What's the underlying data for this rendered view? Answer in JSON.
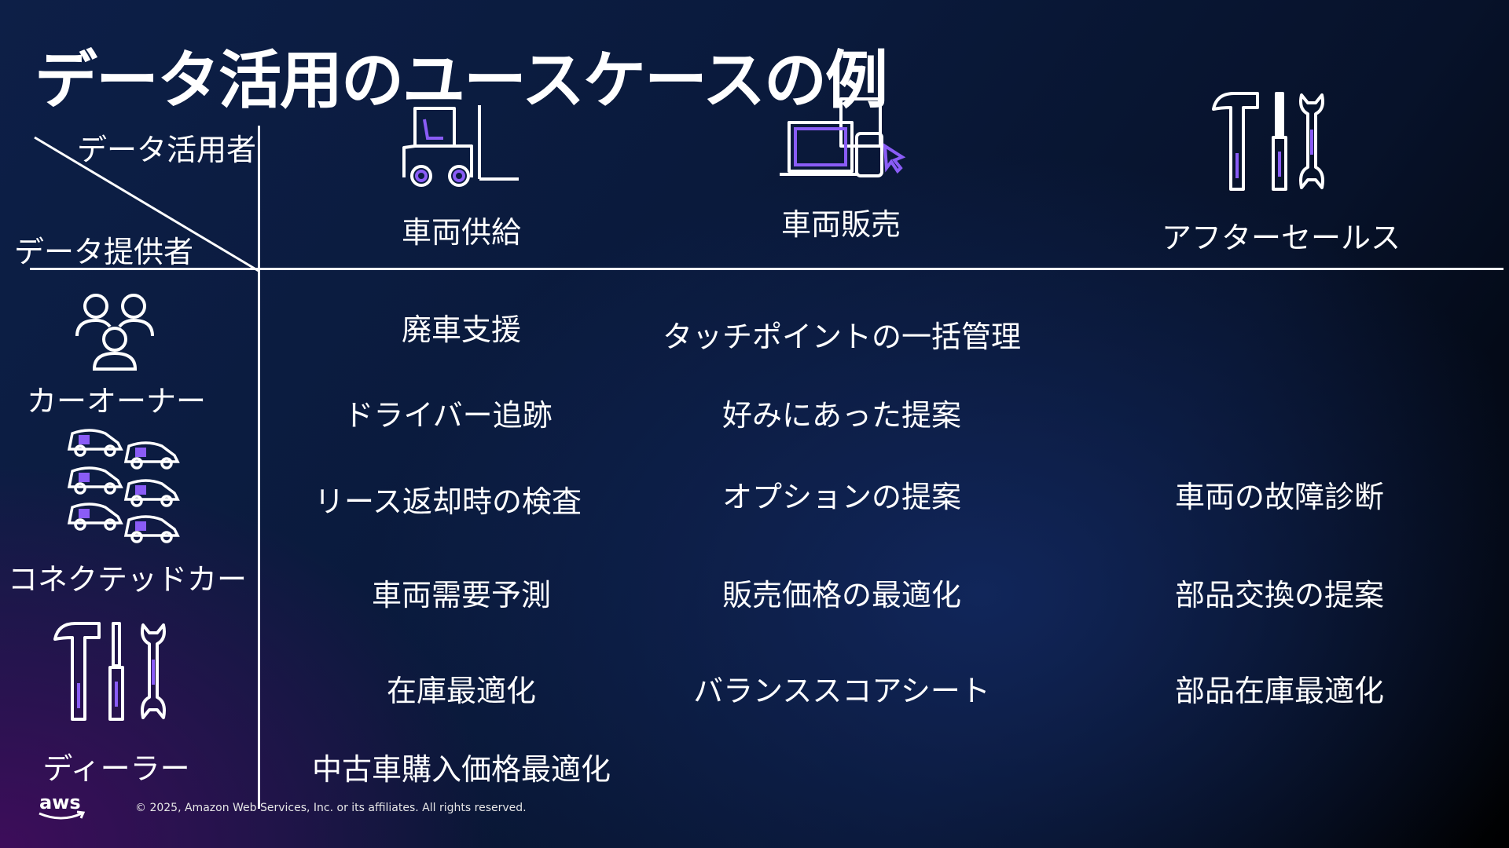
{
  "slide": {
    "title": "データ活用のユースケースの例",
    "corner": {
      "consumer_label": "データ活用者",
      "provider_label": "データ提供者"
    },
    "columns": [
      {
        "label": "車両供給",
        "icon": "forklift-icon"
      },
      {
        "label": "車両販売",
        "icon": "devices-icon"
      },
      {
        "label": "アフターセールス",
        "icon": "tools-icon"
      }
    ],
    "rows": [
      {
        "label": "カーオーナー",
        "icon": "people-icon"
      },
      {
        "label": "コネクテッドカー",
        "icon": "cars-icon"
      },
      {
        "label": "ディーラー",
        "icon": "tools-icon"
      }
    ],
    "cells": [
      [
        "廃車支援",
        "タッチポイントの一括管理",
        ""
      ],
      [
        "ドライバー追跡",
        "好みにあった提案",
        ""
      ],
      [
        "リース返却時の検査",
        "オプションの提案",
        "車両の故障診断"
      ],
      [
        "車両需要予測",
        "販売価格の最適化",
        "部品交換の提案"
      ],
      [
        "在庫最適化",
        "バランススコアシート",
        "部品在庫最適化"
      ],
      [
        "中古車購入価格最適化",
        "",
        ""
      ]
    ],
    "accent_color": "#8a5cf6",
    "footer": {
      "logo_text": "aws",
      "copyright": "© 2025, Amazon Web Services, Inc. or its affiliates. All rights reserved."
    }
  }
}
